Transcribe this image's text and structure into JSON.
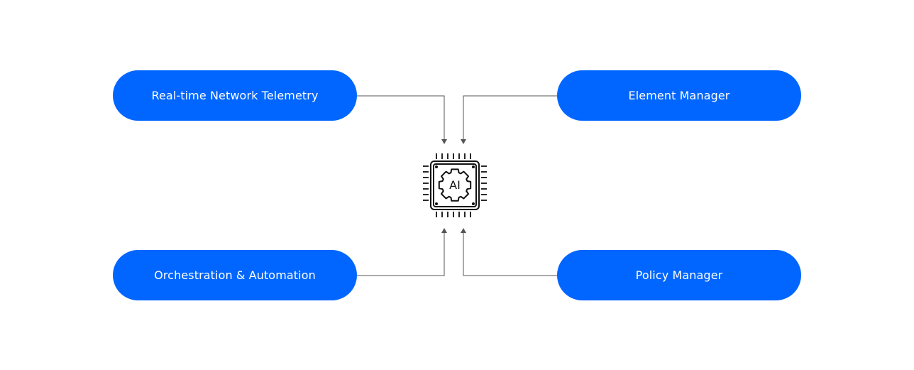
{
  "colors": {
    "pill_fill": "#0066ff",
    "pill_text": "#ffffff",
    "connector": "#555555",
    "chip": "#111111",
    "background": "#ffffff"
  },
  "nodes": {
    "top_left": {
      "label": "Real-time Network Telemetry"
    },
    "top_right": {
      "label": "Element Manager"
    },
    "bottom_left": {
      "label": "Orchestration & Automation"
    },
    "bottom_right": {
      "label": "Policy Manager"
    }
  },
  "center": {
    "icon": "ai-chip-gear-icon",
    "label": "AI"
  }
}
